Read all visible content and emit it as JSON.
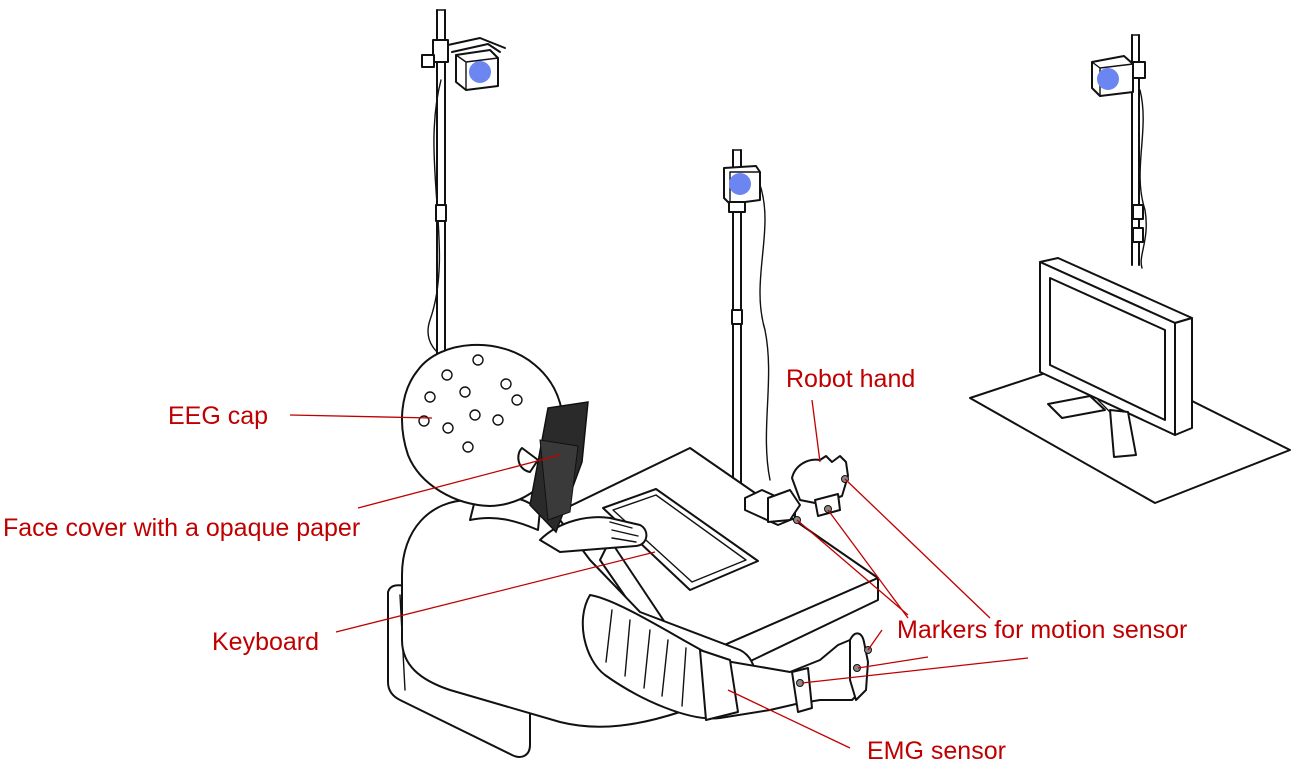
{
  "labels": {
    "eeg_cap": "EEG cap",
    "face_cover": "Face cover with a opaque paper",
    "keyboard": "Keyboard",
    "robot_hand": "Robot hand",
    "markers": "Markers for motion sensor",
    "emg_sensor": "EMG sensor"
  },
  "colors": {
    "label_text": "#c00000",
    "camera_lens": "#6b86f0",
    "face_cover": "#2a2a2a",
    "line_art": "#111111"
  },
  "icons": {
    "camera": "motion-capture-camera",
    "monitor": "display-monitor"
  }
}
